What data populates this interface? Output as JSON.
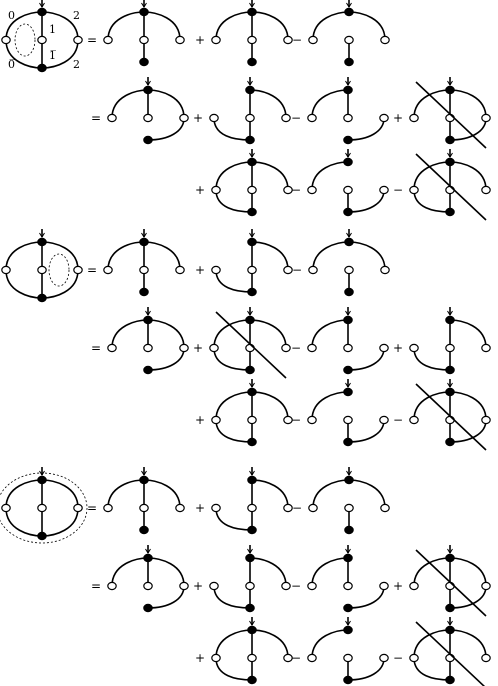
{
  "sections": [
    {
      "lhs": {
        "style": "lr",
        "loop": "left"
      },
      "rows": [
        {
          "terms": [
            {
              "op": "=",
              "shape": "ha"
            },
            {
              "op": "+",
              "shape": "ha"
            },
            {
              "op": "−",
              "shape": "hb"
            }
          ]
        },
        {
          "terms": [
            {
              "op": "=",
              "shape": "ba"
            },
            {
              "op": "+",
              "shape": "bb"
            },
            {
              "op": "−",
              "shape": "bc"
            },
            {
              "op": "+",
              "shape": "bd",
              "cross": true
            }
          ]
        },
        {
          "terms": [
            {
              "op": "+",
              "shape": "ca"
            },
            {
              "op": "−",
              "shape": "cb"
            },
            {
              "op": "−",
              "shape": "cc",
              "cross": true
            }
          ]
        }
      ]
    },
    {
      "lhs": {
        "style": "lr",
        "loop": "right"
      },
      "rows": [
        {
          "terms": [
            {
              "op": "=",
              "shape": "ha"
            },
            {
              "op": "+",
              "shape": "bb"
            },
            {
              "op": "−",
              "shape": "hb"
            }
          ]
        },
        {
          "terms": [
            {
              "op": "=",
              "shape": "ba"
            },
            {
              "op": "+",
              "shape": "ca",
              "cross": true
            },
            {
              "op": "−",
              "shape": "bc"
            },
            {
              "op": "+",
              "shape": "bb"
            }
          ]
        },
        {
          "terms": [
            {
              "op": "+",
              "shape": "ca"
            },
            {
              "op": "−",
              "shape": "cb"
            },
            {
              "op": "−",
              "shape": "bd",
              "cross": true
            }
          ]
        }
      ]
    },
    {
      "lhs": {
        "style": "lr",
        "loop": "outer"
      },
      "rows": [
        {
          "terms": [
            {
              "op": "=",
              "shape": "ha"
            },
            {
              "op": "+",
              "shape": "bb"
            },
            {
              "op": "−",
              "shape": "hb"
            }
          ]
        },
        {
          "terms": [
            {
              "op": "=",
              "shape": "ba"
            },
            {
              "op": "+",
              "shape": "bb"
            },
            {
              "op": "−",
              "shape": "bc"
            },
            {
              "op": "+",
              "shape": "bd",
              "cross": true
            }
          ]
        },
        {
          "terms": [
            {
              "op": "+",
              "shape": "ca"
            },
            {
              "op": "−",
              "shape": "cb"
            },
            {
              "op": "−",
              "shape": "cc",
              "cross": true
            }
          ]
        }
      ]
    }
  ],
  "labels": {
    "top_left": "0",
    "top_right": "2",
    "middle": "1",
    "bottom_left": "0̅",
    "bottom_middle": "1̅",
    "bottom_right": "2"
  }
}
